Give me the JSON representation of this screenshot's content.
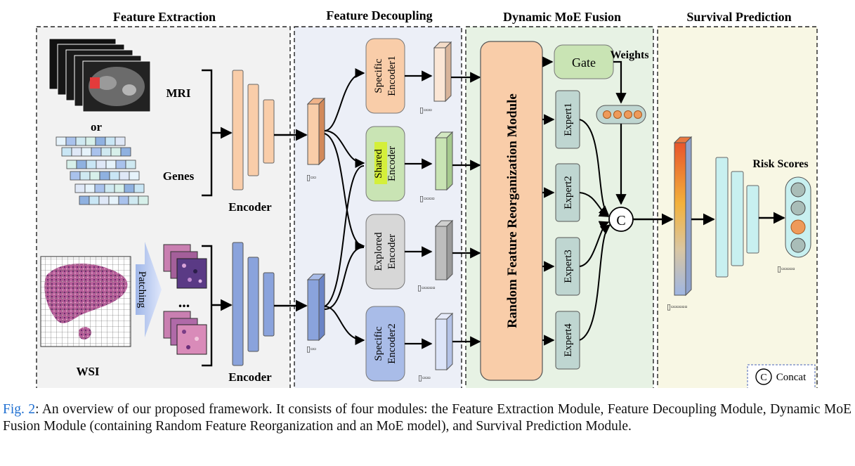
{
  "sections": {
    "extraction": "Feature Extraction",
    "decoupling": "Feature Decoupling",
    "fusion": "Dynamic MoE Fusion",
    "prediction": "Survival Prediction"
  },
  "inputs": {
    "mri": "MRI",
    "or": "or",
    "genes": "Genes",
    "wsi": "WSI",
    "patching": "Patching",
    "ellipsis": "..."
  },
  "encoders": {
    "top": "Encoder",
    "bottom": "Encoder"
  },
  "decouple_encoders": {
    "specific1": [
      "Specific",
      "Encoder1"
    ],
    "shared": [
      "Shared",
      "Encoder"
    ],
    "explored": [
      "Explored",
      "Encoder"
    ],
    "specific2": [
      "Specific",
      "Encoder2"
    ]
  },
  "fusion": {
    "rfr": "Random Feature Reorganization Module",
    "gate": "Gate",
    "weights": "Weights",
    "experts": [
      "Expert1",
      "Expert2",
      "Expert3",
      "Expert4"
    ],
    "concat_symbol": "C"
  },
  "prediction": {
    "risk": "Risk Scores",
    "legend_symbol": "C",
    "legend_label": "Concat"
  },
  "caption": {
    "fig": "Fig. 2",
    "text": ": An overview of our proposed framework. It consists of four modules: the Feature Extraction Module, Feature Decoupling Module, Dynamic MoE Fusion Module (containing Random Feature Reorganization and an MoE model), and Survival Prediction Module."
  },
  "colors": {
    "peach": "#f9cda9",
    "blue": "#8aa3dc",
    "green": "#c9e4b4",
    "grey": "#d7d7d7",
    "light_blue": "#d9e1f6",
    "teal": "#bfd6d1",
    "cyan": "#c8f0f0",
    "orange_dot": "#ee9a5a"
  }
}
